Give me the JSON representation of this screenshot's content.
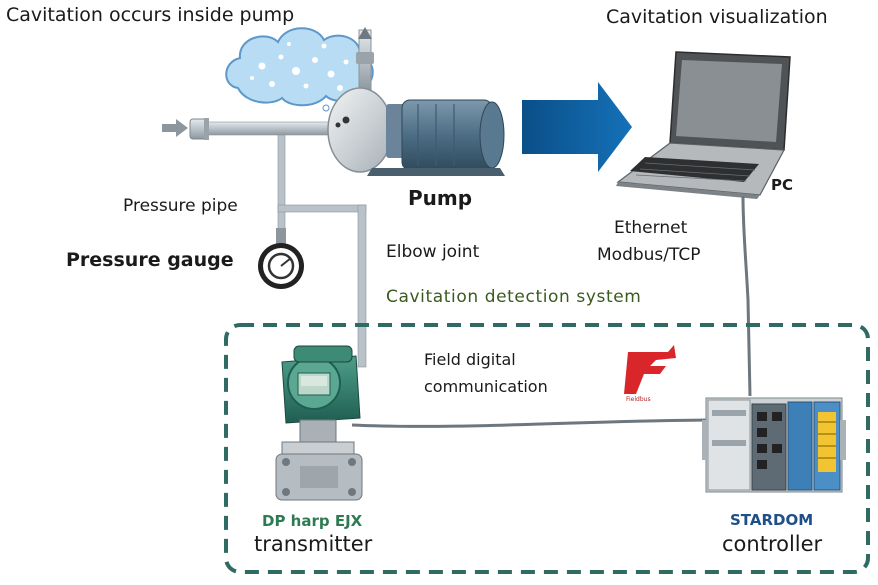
{
  "labels": {
    "cavitation_inside": "Cavitation occurs inside pump",
    "cavitation_visualization": "Cavitation visualization",
    "pump": "Pump",
    "pressure_pipe": "Pressure pipe",
    "pressure_gauge": "Pressure gauge",
    "elbow_joint": "Elbow joint",
    "ethernet": "Ethernet",
    "modbus": "Modbus/TCP",
    "pc": "PC",
    "detection_system": "Cavitation detection system",
    "field_digital_line1": "Field digital",
    "field_digital_line2": "communication",
    "dp_harp": "DP harp EJX",
    "transmitter": "transmitter",
    "stardom": "STARDOM",
    "controller": "controller",
    "fieldbus_logo": "Fieldbus"
  },
  "icons": [
    "cloud-bubbles-icon",
    "pump-icon",
    "arrow-right-icon",
    "laptop-icon",
    "pressure-gauge-icon",
    "transmitter-icon",
    "controller-icon",
    "fieldbus-logo-icon"
  ],
  "colors": {
    "pipe": "#b9c2c8",
    "pump_blue": "#4d6e86",
    "arrow_blue": "#0e5b9a",
    "dashed_border": "#2f6b62",
    "detection_label": "#3a5a1e",
    "dp_harp_green": "#2e7b53",
    "stardom_blue": "#1e4f86",
    "fieldbus_red": "#d8262a"
  }
}
